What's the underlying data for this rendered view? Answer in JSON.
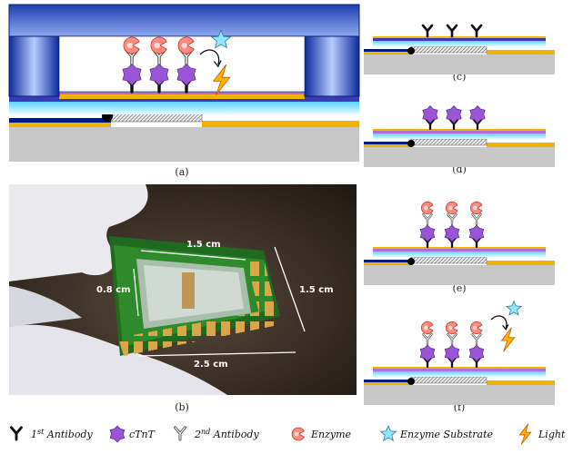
{
  "captions": {
    "a": "(a)",
    "b": "(b)",
    "c": "(c)",
    "d": "(d)",
    "e": "(e)",
    "f": "(f)"
  },
  "photo_labels": {
    "width_top": "1.5 cm",
    "height_left": "0.8 cm",
    "height_right": "1.5 cm",
    "width_bottom": "2.5 cm"
  },
  "legend": [
    {
      "key": "ab1",
      "prefix": "1",
      "sup": "st",
      "text": " Antibody",
      "icon": "first-antibody-icon"
    },
    {
      "key": "ctnt",
      "prefix": "cTnT",
      "sup": "",
      "text": "",
      "icon": "ctnt-icon"
    },
    {
      "key": "ab2",
      "prefix": "2",
      "sup": "nd",
      "text": " Antibody",
      "icon": "second-antibody-icon"
    },
    {
      "key": "enz",
      "prefix": "Enzyme",
      "sup": "",
      "text": "",
      "icon": "enzyme-icon"
    },
    {
      "key": "sub",
      "prefix": "Enzyme Substrate",
      "sup": "",
      "text": "",
      "icon": "star-icon"
    },
    {
      "key": "light",
      "prefix": "Light",
      "sup": "",
      "text": "",
      "icon": "lightning-icon"
    }
  ],
  "colors": {
    "substrate": "#c8c8c8",
    "electrode": "#f0b400",
    "dark_blue": "#001a80",
    "cyan_layer": "#8ee8ff",
    "purple_layer": "#b06fd8",
    "ctnt": "#9a55d6",
    "enzyme": "#ff8a80",
    "star": "#8ee8ff",
    "bolt": "#ffb300"
  }
}
